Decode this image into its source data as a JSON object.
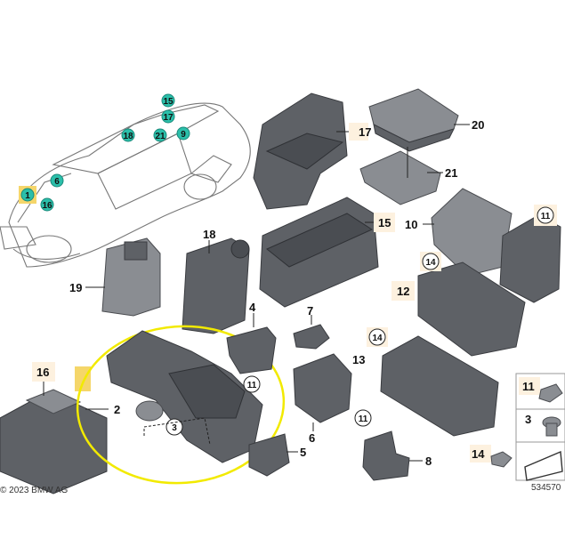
{
  "diagram": {
    "copyright": "© 2023 BMW AG",
    "ref_number": "534570",
    "car_callouts": [
      "1",
      "6",
      "16",
      "15",
      "17",
      "18",
      "21",
      "9"
    ],
    "part_labels": {
      "p2": "2",
      "p3": "3",
      "p4": "4",
      "p5": "5",
      "p6": "6",
      "p7": "7",
      "p8": "8",
      "p10": "10",
      "p11": "11",
      "p12": "12",
      "p13": "13",
      "p14": "14",
      "p15": "15",
      "p16": "16",
      "p17": "17",
      "p18": "18",
      "p19": "19",
      "p20": "20",
      "p21": "21"
    },
    "circled_labels": {
      "c11a": "11",
      "c11b": "11",
      "c11c": "11",
      "c14a": "14",
      "c14b": "14",
      "c3": "3"
    },
    "small_parts": {
      "s11": "11",
      "s3": "3",
      "s14": "14"
    },
    "colors": {
      "highlight_ellipse": "#f2ea00",
      "callout_teal": "#2bbfaa",
      "label_box": "#fdf1df"
    }
  }
}
